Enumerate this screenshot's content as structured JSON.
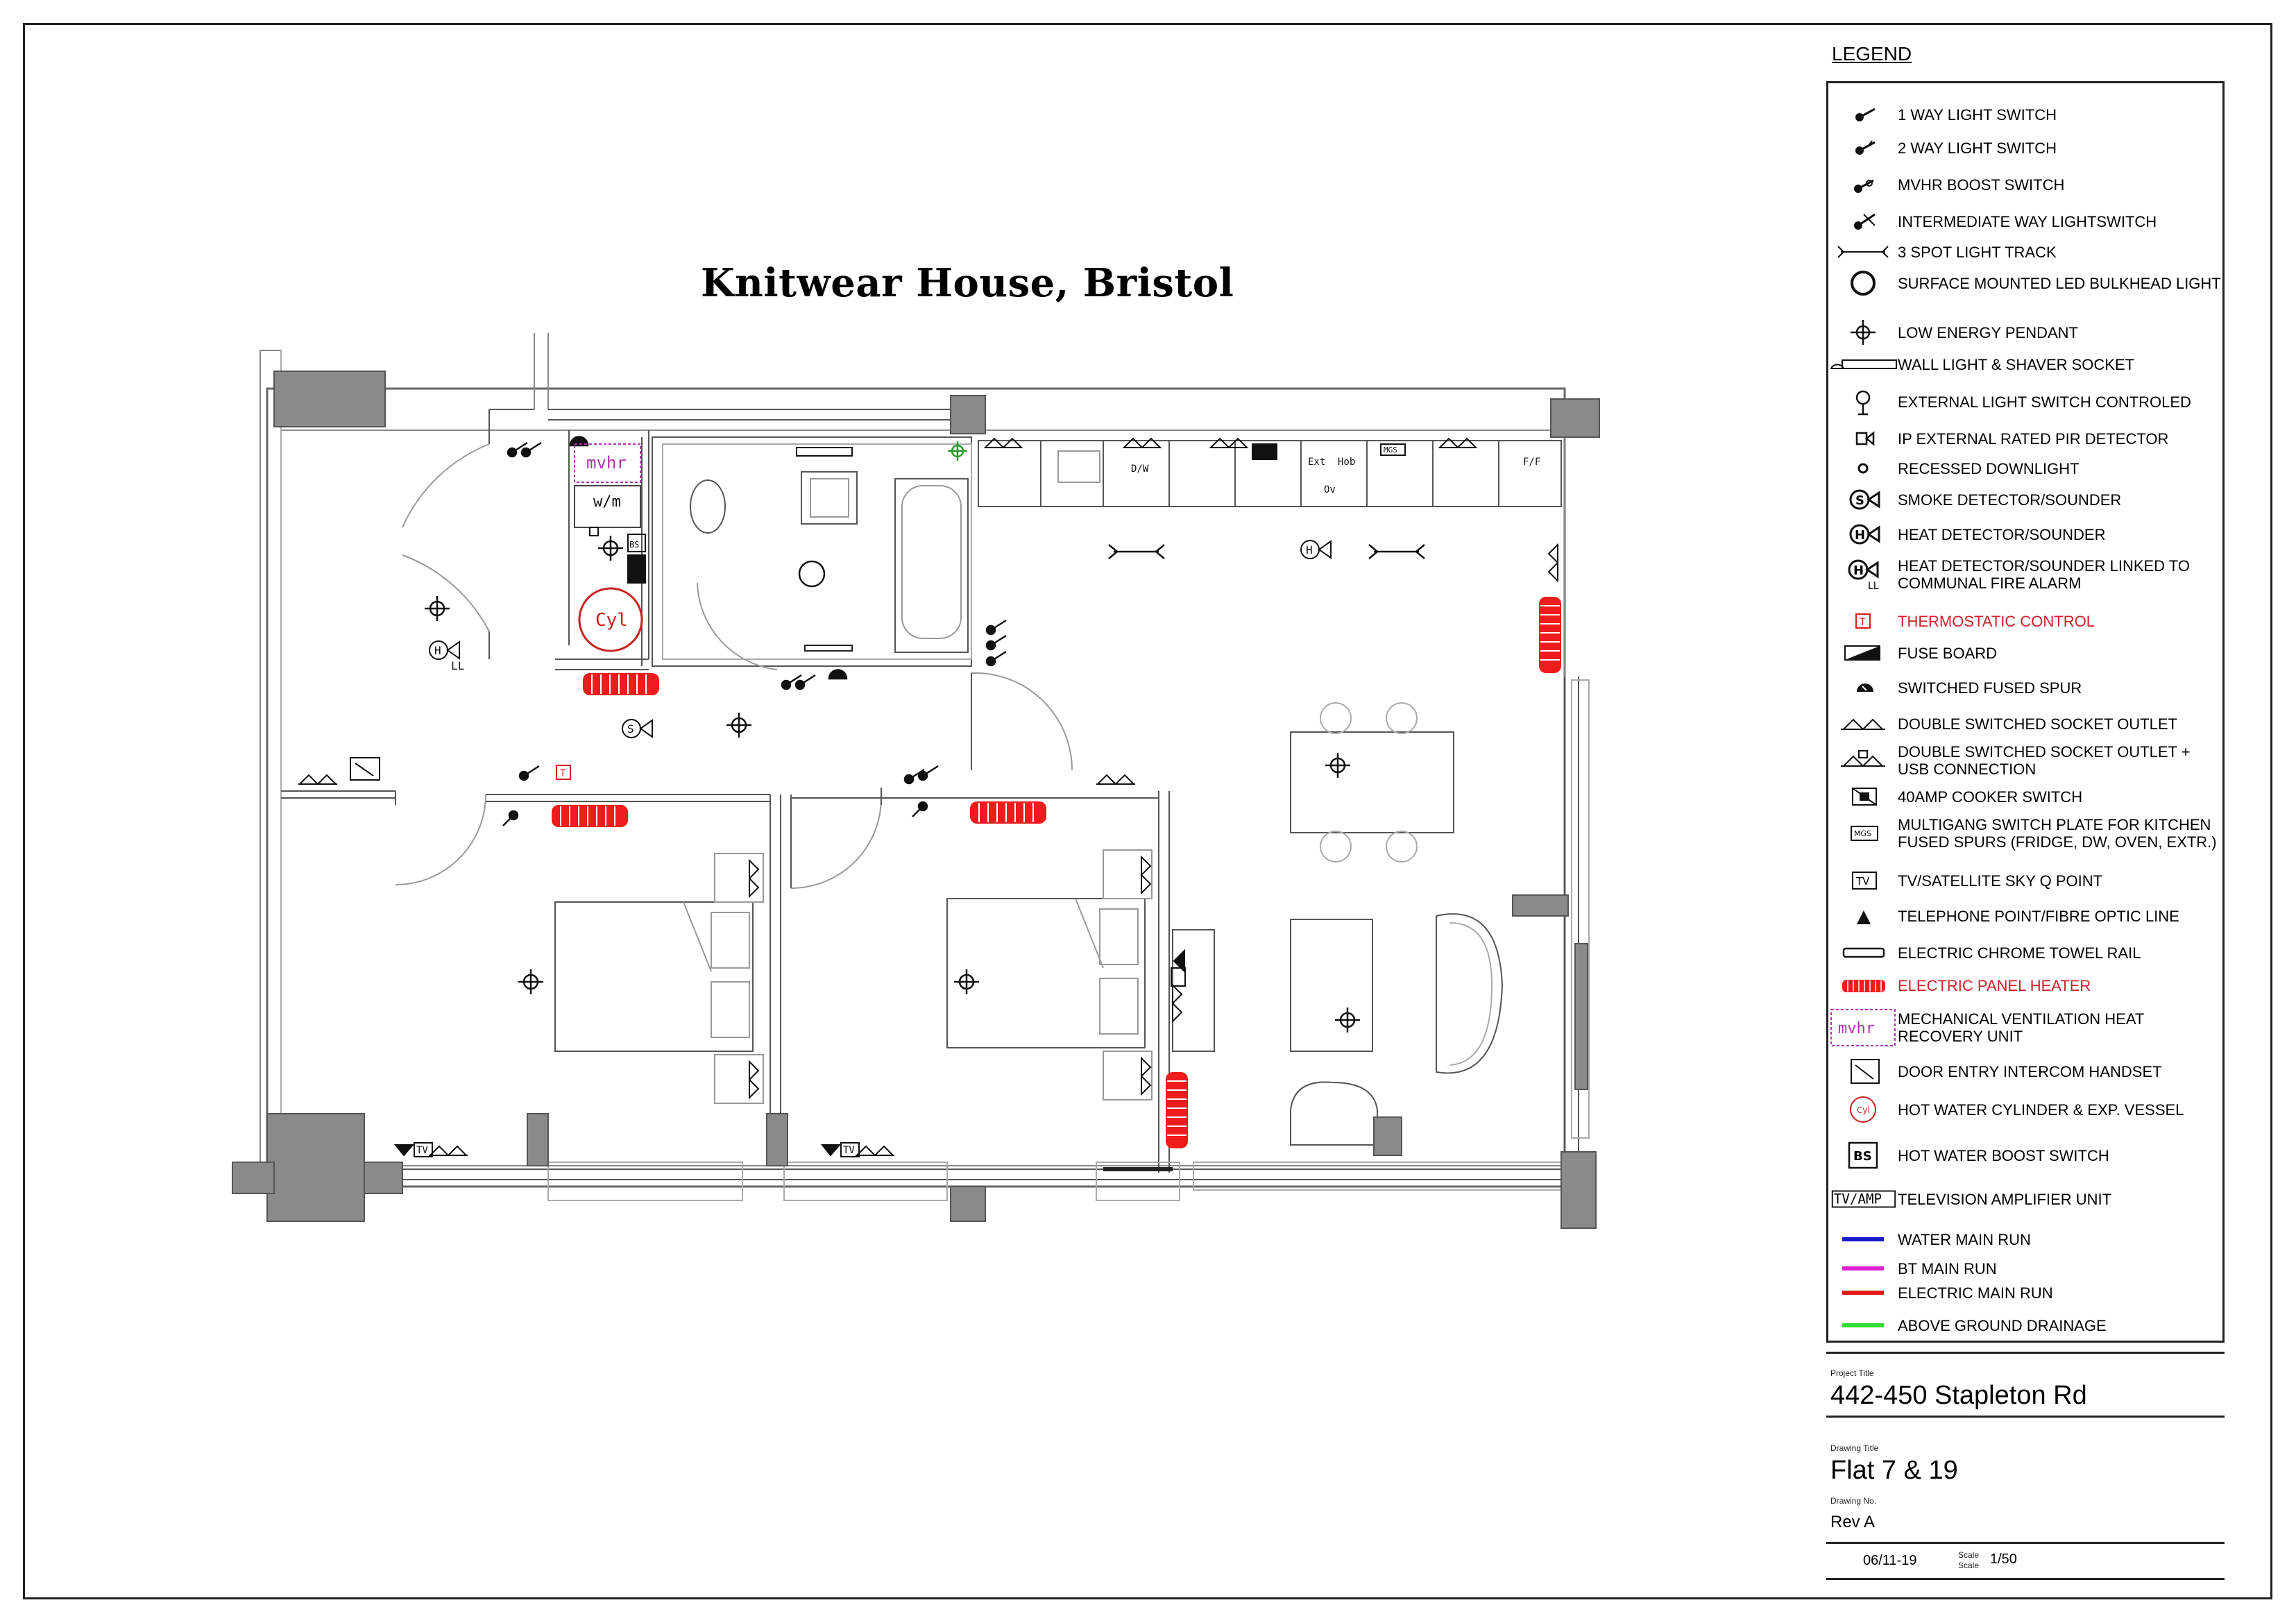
{
  "title": "Knitwear House, Bristol",
  "legend": {
    "heading": "LEGEND",
    "items": [
      {
        "icon": "1-way-light-switch-icon",
        "label": "1 WAY LIGHT SWITCH"
      },
      {
        "icon": "2-way-light-switch-icon",
        "label": "2 WAY LIGHT SWITCH"
      },
      {
        "icon": "mvhr-boost-switch-icon",
        "label": "MVHR BOOST SWITCH"
      },
      {
        "icon": "intermediate-way-lightswitch-icon",
        "label": "INTERMEDIATE WAY LIGHTSWITCH"
      },
      {
        "icon": "3-spot-light-track-icon",
        "label": "3 SPOT LIGHT TRACK"
      },
      {
        "icon": "surface-mounted-led-bulkhead-icon",
        "label": "SURFACE MOUNTED LED BULKHEAD LIGHT"
      },
      {
        "icon": "low-energy-pendant-icon",
        "label": "LOW ENERGY PENDANT"
      },
      {
        "icon": "wall-light-shaver-socket-icon",
        "label": "WALL LIGHT & SHAVER SOCKET"
      },
      {
        "icon": "external-light-switch-icon",
        "label": "EXTERNAL LIGHT SWITCH CONTROLED"
      },
      {
        "icon": "pir-detector-icon",
        "label": "IP EXTERNAL RATED PIR DETECTOR"
      },
      {
        "icon": "recessed-downlight-icon",
        "label": "RECESSED DOWNLIGHT"
      },
      {
        "icon": "smoke-detector-icon",
        "label": "SMOKE DETECTOR/SOUNDER"
      },
      {
        "icon": "heat-detector-icon",
        "label": "HEAT DETECTOR/SOUNDER"
      },
      {
        "icon": "heat-detector-linked-icon",
        "label": "HEAT DETECTOR/SOUNDER LINKED TO COMMUNAL FIRE ALARM"
      },
      {
        "icon": "thermostatic-control-icon",
        "label": "THERMOSTATIC CONTROL",
        "red": true
      },
      {
        "icon": "fuse-board-icon",
        "label": "FUSE BOARD"
      },
      {
        "icon": "switched-fused-spur-icon",
        "label": "SWITCHED FUSED SPUR"
      },
      {
        "icon": "double-socket-icon",
        "label": "DOUBLE SWITCHED SOCKET OUTLET"
      },
      {
        "icon": "double-socket-usb-icon",
        "label": "DOUBLE SWITCHED SOCKET OUTLET + USB CONNECTION"
      },
      {
        "icon": "cooker-switch-icon",
        "label": "40AMP COOKER SWITCH"
      },
      {
        "icon": "multigang-switch-icon",
        "label": "MULTIGANG SWITCH PLATE FOR KITCHEN FUSED SPURS (FRIDGE, DW, OVEN, EXTR.)"
      },
      {
        "icon": "tv-point-icon",
        "label": "TV/SATELLITE SKY Q POINT"
      },
      {
        "icon": "telephone-point-icon",
        "label": "TELEPHONE POINT/FIBRE OPTIC LINE"
      },
      {
        "icon": "towel-rail-icon",
        "label": "ELECTRIC CHROME TOWEL RAIL"
      },
      {
        "icon": "panel-heater-icon",
        "label": "ELECTRIC PANEL HEATER",
        "red": true
      },
      {
        "icon": "mvhr-unit-icon",
        "label": "MECHANICAL VENTILATION HEAT RECOVERY UNIT"
      },
      {
        "icon": "intercom-handset-icon",
        "label": "DOOR ENTRY INTERCOM HANDSET"
      },
      {
        "icon": "hot-water-cylinder-icon",
        "label": "HOT WATER CYLINDER & EXP. VESSEL"
      },
      {
        "icon": "hot-water-boost-icon",
        "label": "HOT WATER BOOST SWITCH"
      },
      {
        "icon": "tv-amp-icon",
        "label": "TELEVISION AMPLIFIER UNIT"
      },
      {
        "icon": "water-main-run-icon",
        "label": "WATER MAIN RUN"
      },
      {
        "icon": "bt-main-run-icon",
        "label": "BT MAIN RUN"
      },
      {
        "icon": "electric-main-run-icon",
        "label": "ELECTRIC MAIN RUN"
      },
      {
        "icon": "above-ground-drainage-icon",
        "label": "ABOVE GROUND DRAINAGE"
      }
    ],
    "symbol_text": {
      "mvhr": "mvhr",
      "cyl": "Cyl",
      "bs": "BS",
      "tv": "TV",
      "tv_amp": "TV/AMP",
      "mgs": "MGS",
      "smoke": "S",
      "heat": "H",
      "ll": "LL",
      "t": "T"
    },
    "colors": {
      "water": "#1a1acc",
      "bt": "#e020d0",
      "electric": "#e01818",
      "drainage": "#30dd30",
      "heater": "#ee1c1c",
      "mvhr": "#b030b0",
      "cylinder": "#c82020"
    }
  },
  "title_block": {
    "project_title_label": "Project Title",
    "project_title": "442-450 Stapleton Rd",
    "drawing_title_label": "Drawing Title",
    "drawing_title": "Flat 7 & 19",
    "drawing_no_label": "Drawing No.",
    "drawing_no": "Rev A",
    "date": "06/11-19",
    "scale_label_1": "Scale",
    "scale_label_2": "Scale",
    "scale": "1/50"
  },
  "plan_labels": {
    "mvhr": "mvhr",
    "wm": "w/m",
    "cyl": "Cyl",
    "bs": "BS",
    "dw": "D/W",
    "ext": "Ext",
    "hob": "Hob",
    "ov": "Ov",
    "mgs": "MGS",
    "ff": "F/F",
    "tv": "TV",
    "ll": "LL",
    "s": "S",
    "h": "H",
    "t": "T"
  }
}
